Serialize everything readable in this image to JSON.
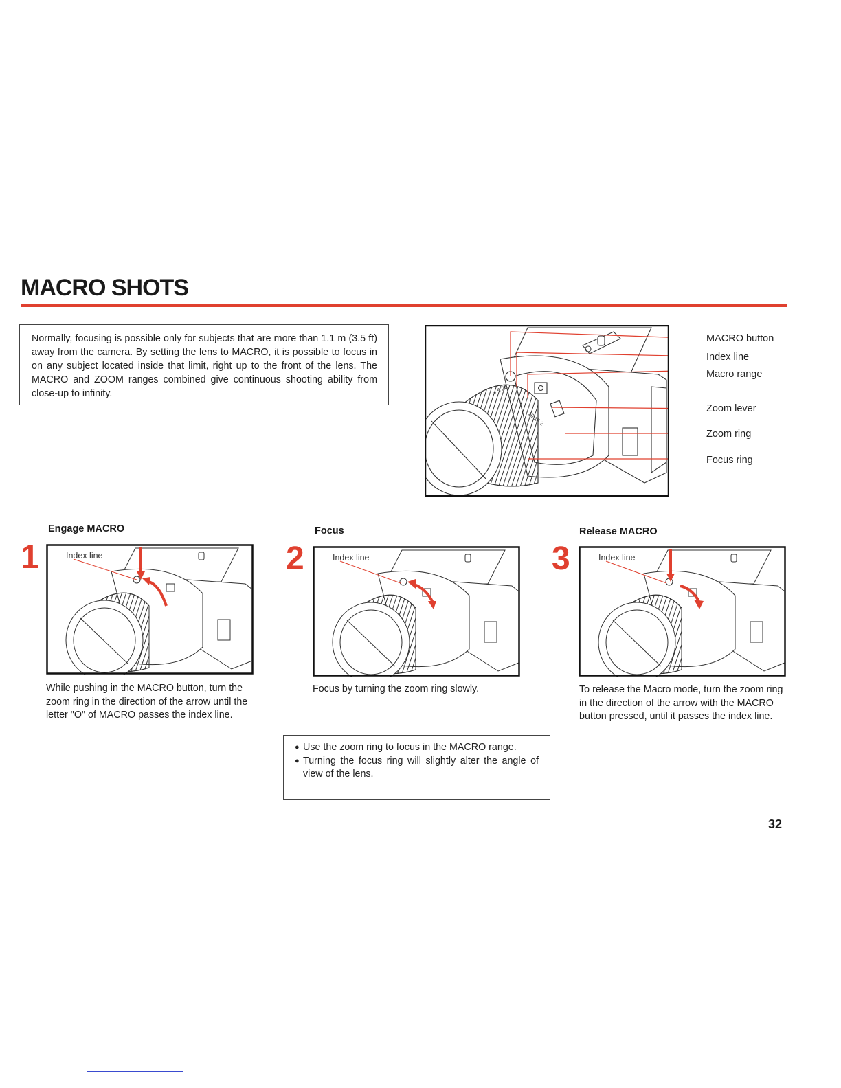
{
  "page": {
    "title": "MACRO SHOTS",
    "accent_color": "#e0402f",
    "intro": "Normally, focusing is possible only for subjects that are more than 1.1 m (3.5 ft) away from the camera. By setting the lens to MACRO, it is possible to focus in on any subject located inside that limit, right up to the front of the lens. The MACRO and ZOOM ranges combined give continuous shooting ability from close-up to infinity.",
    "page_number": "32"
  },
  "main_figure": {
    "callouts": {
      "macro_button": "MACRO button",
      "index_line": "Index line",
      "macro_range": "Macro range",
      "zoom_lever": "Zoom lever",
      "zoom_ring": "Zoom ring",
      "focus_ring": "Focus ring"
    }
  },
  "steps": [
    {
      "number": "1",
      "label": "Engage MACRO",
      "figure_label": "Index line",
      "description": "While pushing in the MACRO button, turn the zoom ring in the direction of the arrow until the letter \"O\" of MACRO passes the index line."
    },
    {
      "number": "2",
      "label": "Focus",
      "figure_label": "Index line",
      "description": "Focus by turning the zoom ring slowly."
    },
    {
      "number": "3",
      "label": "Release MACRO",
      "figure_label": "Index line",
      "description": "To release the Macro mode, turn the zoom ring in the direction of the arrow with the MACRO button pressed, until it passes the index line."
    }
  ],
  "note": {
    "items": [
      "Use the zoom ring to focus in the MACRO range.",
      "Turning the focus ring will slightly alter the angle of view of the lens."
    ]
  }
}
